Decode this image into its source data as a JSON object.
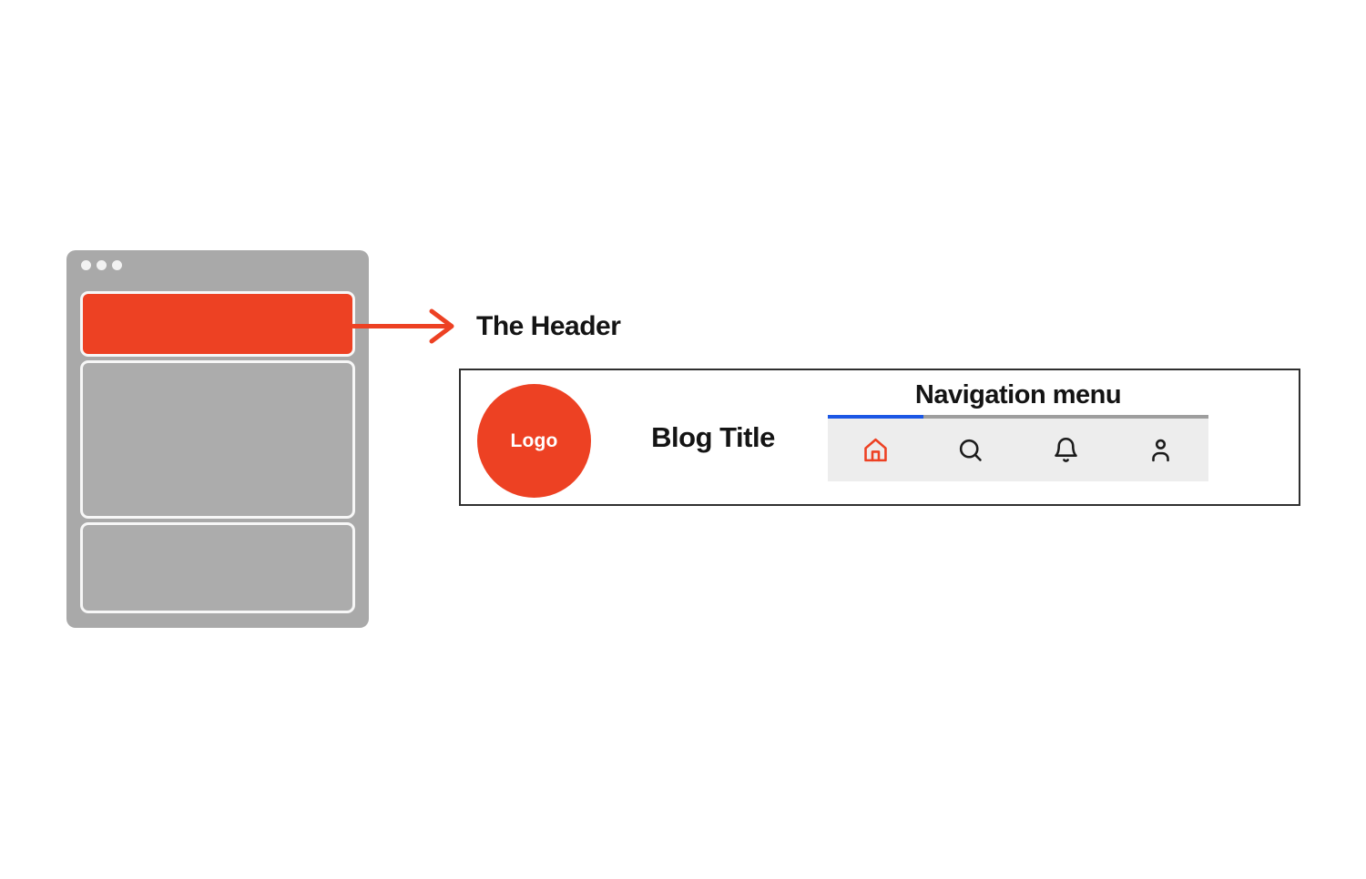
{
  "colors": {
    "accent_orange": "#ED4123",
    "active_tab_blue": "#1B57E5",
    "window_gray": "#A9A9A9",
    "panel_gray": "#ACACAC",
    "panel_border_white": "#F7F7F7",
    "navbar_gray": "#EDEDED",
    "underline_gray": "#9E9E9E",
    "box_border_dark": "#2F2F2F",
    "icon_dark": "#1C1C1C",
    "text_black": "#141414"
  },
  "callout": {
    "label": "The Header"
  },
  "header_example": {
    "logo_label": "Logo",
    "blog_title": "Blog Title",
    "nav_label": "Navigation menu",
    "nav_icons": [
      "home-icon",
      "search-icon",
      "bell-icon",
      "user-icon"
    ],
    "active_nav_item": "home"
  }
}
